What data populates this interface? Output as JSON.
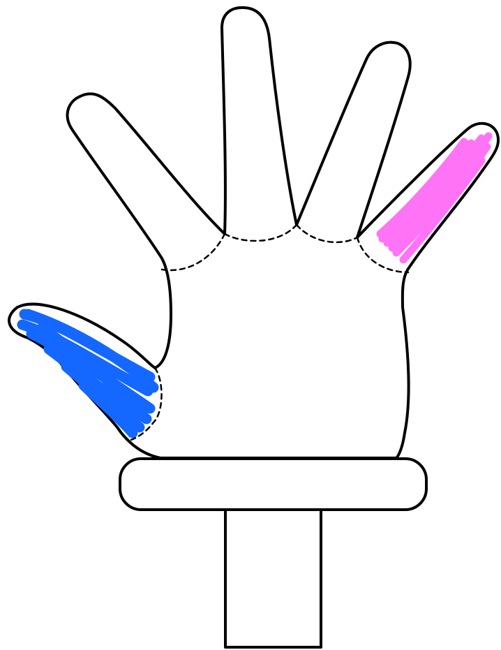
{
  "figure": {
    "subject": "glove-hand-on-stand",
    "colors": {
      "outline": "#000000",
      "fill": "#ffffff",
      "thumb_highlight": "#1467ff",
      "pinky_highlight": "#ff73f7"
    },
    "highlighted_digits": [
      "thumb",
      "pinky"
    ],
    "icons": [
      "hand-icon",
      "stand-icon"
    ]
  }
}
